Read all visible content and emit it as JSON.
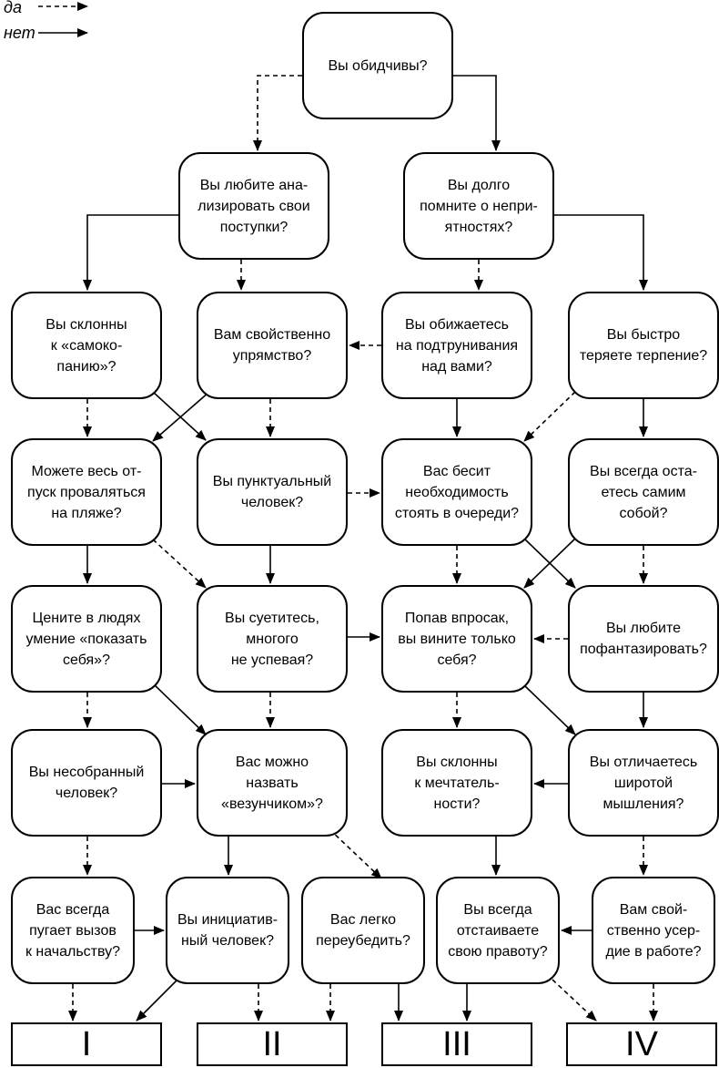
{
  "legend": {
    "yes_label": "да",
    "no_label": "нет"
  },
  "nodes": {
    "q_touchy": "Вы обидчивы?",
    "q_analyze": "Вы любите ана-\nлизировать свои\nпоступки?",
    "q_remember": "Вы долго\nпомните о непри-\nятностях?",
    "q_selfdig": "Вы склонны\nк «самоко-\nпанию»?",
    "q_stubborn": "Вам свойственно\nупрямство?",
    "q_teasing": "Вы обижаетесь\nна подтрунивания\nнад вами?",
    "q_patience": "Вы быстро\nтеряете терпение?",
    "q_beach": "Можете весь от-\nпуск проваляться\nна пляже?",
    "q_punctual": "Вы пунктуальный\nчеловек?",
    "q_queue": "Вас бесит\nнеобходимость\nстоять в очереди?",
    "q_yourself": "Вы всегда оста-\nетесь самим\nсобой?",
    "q_showoff": "Цените в людях\nумение «показать\nсебя»?",
    "q_fuss": "Вы суетитесь,\nмногого\nне успевая?",
    "q_blame": "Попав впросак,\nвы вините только\nсебя?",
    "q_fantasize": "Вы любите\nпофантазировать?",
    "q_disorganized": "Вы несобранный\nчеловек?",
    "q_lucky": "Вас можно\nназвать\n«везунчиком»?",
    "q_dreamy": "Вы склонны\nк мечтатель-\nности?",
    "q_broad": "Вы отличаетесь\nширотой\nмышления?",
    "q_boss": "Вас всегда\nпугает вызов\nк начальству?",
    "q_initiative": "Вы инициатив-\nный человек?",
    "q_persuade": "Вас легко\nпереубедить?",
    "q_defend": "Вы всегда\nотстаиваете\nсвою правоту?",
    "q_diligent": "Вам свой-\nственно усер-\nдие в работе?"
  },
  "results": [
    "I",
    "II",
    "III",
    "IV"
  ]
}
